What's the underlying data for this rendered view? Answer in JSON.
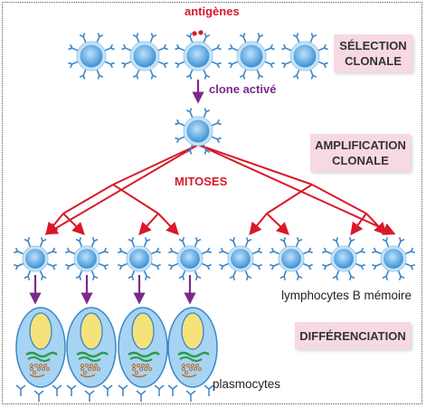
{
  "labels": {
    "antigens": "antigènes",
    "activated_clone": "clone activé",
    "mitoses": "MITOSES",
    "memory_b_cells": "lymphocytes B mémoire",
    "plasma_cells": "plasmocytes"
  },
  "stages": {
    "selection": "SÉLECTION CLONALE",
    "amplification": "AMPLIFICATION CLONALE",
    "differentiation": "DIFFÉRENCIATION"
  },
  "colors": {
    "cell_fill": "#5aa5e0",
    "cell_core": "#a9d4f5",
    "cell_ring": "#c6e3f7",
    "receptor": "#3a86c8",
    "arrow_red": "#d7192a",
    "arrow_purple": "#7b2a8c",
    "plasma_body": "#a6d4f2",
    "nucleus": "#f5e27a",
    "er": "#2c9a4a",
    "golgi": "#c06a2a",
    "stage_box": "#f7d9e1"
  }
}
